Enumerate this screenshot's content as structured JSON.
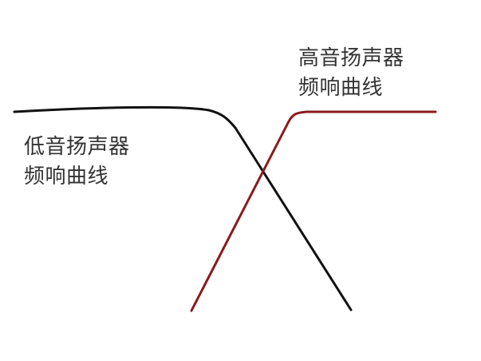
{
  "woofer": {
    "label_line1": "低音扬声器",
    "label_line2": "频响曲线",
    "color": "#111111"
  },
  "tweeter": {
    "label_line1": "高音扬声器",
    "label_line2": "频响曲线",
    "color": "#8b1a1a"
  },
  "background": "#ffffff"
}
